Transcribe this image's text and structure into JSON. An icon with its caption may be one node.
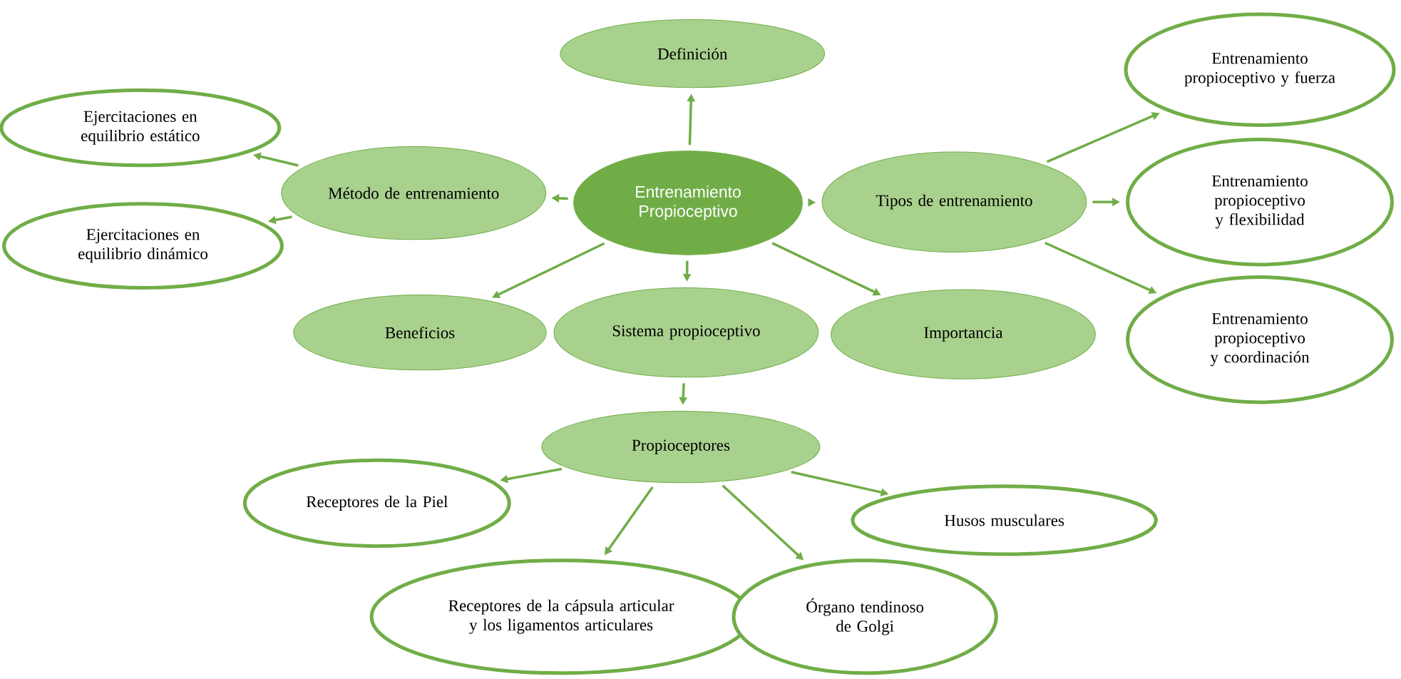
{
  "diagram": {
    "nodes": [
      {
        "text": [
          "Definición"
        ]
      },
      {
        "text": [
          "Entrenamiento propioceptivo y fuerza"
        ]
      },
      {
        "text": [
          "Ejercitaciones en equilibrio estático"
        ]
      },
      {
        "text": [
          "Método de entrenamiento"
        ]
      },
      {
        "text": [
          "Entrenamiento Propioceptivo"
        ]
      },
      {
        "text": [
          "Tipos de entrenamiento"
        ]
      },
      {
        "text": [
          "Entrenamiento propioceptivo y flexibilidad"
        ]
      },
      {
        "text": [
          "Ejercitaciones en equilibrio dinámico"
        ]
      },
      {
        "text": [
          "Beneficios"
        ]
      },
      {
        "text": [
          "Sistema propioceptivo"
        ]
      },
      {
        "text": [
          "Importancia"
        ]
      },
      {
        "text": [
          "Entrenamiento propioceptivo y coordinación"
        ]
      },
      {
        "text": [
          "Propioceptores"
        ]
      },
      {
        "text": [
          "Receptores de la Piel"
        ]
      },
      {
        "text": [
          "Husos musculares"
        ]
      },
      {
        "text": [
          "Receptores de la cápsula articular y los ligamentos articulares"
        ]
      },
      {
        "text": [
          "Órgano tendinoso de Golgi"
        ]
      }
    ],
    "edges": [
      {
        "from": 4,
        "to": 0,
        "arrow": "to"
      },
      {
        "from": 4,
        "to": 3,
        "arrow": "to"
      },
      {
        "from": 4,
        "to": 5,
        "arrow": "to"
      },
      {
        "from": 3,
        "to": 2,
        "arrow": "to"
      },
      {
        "from": 3,
        "to": 7,
        "arrow": "to"
      },
      {
        "from": 5,
        "to": 1,
        "arrow": "to"
      },
      {
        "from": 5,
        "to": 6,
        "arrow": "to"
      },
      {
        "from": 5,
        "to": 11,
        "arrow": "to"
      },
      {
        "from": 4,
        "to": 8,
        "arrow": "to"
      },
      {
        "from": 4,
        "to": 9,
        "arrow": "to"
      },
      {
        "from": 4,
        "to": 10,
        "arrow": "to"
      },
      {
        "from": 9,
        "to": 12,
        "arrow": "to"
      },
      {
        "from": 12,
        "to": 13,
        "arrow": "to"
      },
      {
        "from": 12,
        "to": 15,
        "arrow": "to"
      },
      {
        "from": 12,
        "to": 16,
        "arrow": "to"
      },
      {
        "from": 12,
        "to": 14,
        "arrow": "to"
      }
    ]
  }
}
